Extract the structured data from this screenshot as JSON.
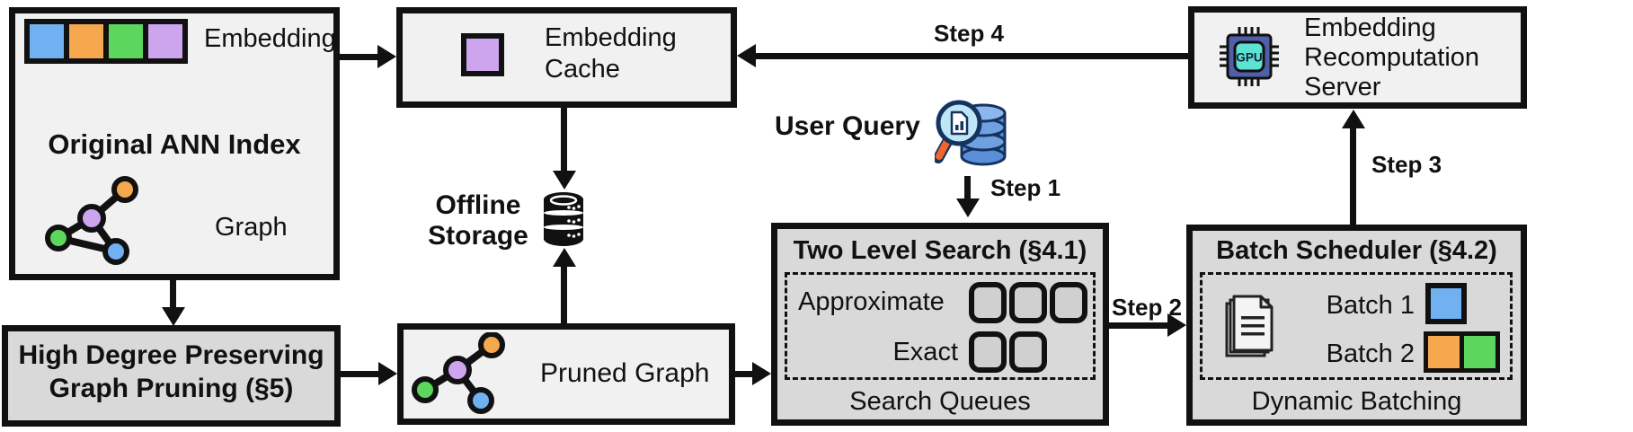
{
  "diagram": {
    "original_index": {
      "embedding_label": "Embedding",
      "title": "Original ANN Index",
      "graph_label": "Graph"
    },
    "pruning_box": {
      "line1": "High Degree Preserving",
      "line2": "Graph Pruning (§5)"
    },
    "embedding_cache": {
      "line1": "Embedding",
      "line2": "Cache"
    },
    "offline_storage": {
      "line1": "Offline",
      "line2": "Storage"
    },
    "pruned_graph": {
      "label": "Pruned Graph"
    },
    "user_query": {
      "label": "User Query"
    },
    "two_level_search": {
      "title": "Two Level Search (§4.1)",
      "approximate_label": "Approximate",
      "exact_label": "Exact",
      "approximate_queue_slots": 3,
      "exact_queue_slots": 2,
      "footer": "Search Queues"
    },
    "batch_scheduler": {
      "title": "Batch Scheduler (§4.2)",
      "batch1_label": "Batch 1",
      "batch2_label": "Batch 2",
      "footer": "Dynamic Batching"
    },
    "recomputation_server": {
      "line1": "Embedding",
      "line2": "Recomputation",
      "line3": "Server",
      "gpu_label": "GPU"
    },
    "steps": {
      "step1": "Step 1",
      "step2": "Step 2",
      "step3": "Step 3",
      "step4": "Step 4"
    },
    "colors": {
      "blue": "#6fb1f1",
      "orange": "#f5a84e",
      "green": "#5cd65c",
      "purple": "#cda5ef",
      "box_light": "#f1f1f1",
      "box_gray": "#d9d9d9",
      "outline": "#111111",
      "gpu_body": "#4f5fa8",
      "gpu_core": "#5ce3d3",
      "db_blue": "#5b8ed9",
      "handle_orange": "#f2662d"
    }
  }
}
